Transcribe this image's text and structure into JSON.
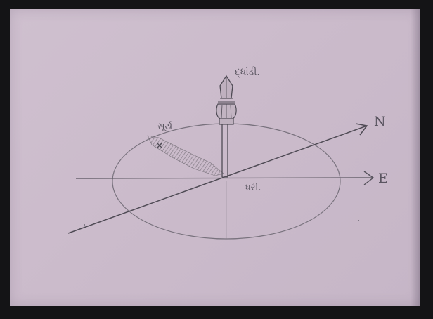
{
  "labels": {
    "north": "N",
    "east": "E",
    "sun_label": "સૂર્ય",
    "tower_label": "દ્ધાંડી.",
    "ground_label": "ધરી."
  },
  "colors": {
    "frame": "#141416",
    "paper": "#cbbccb",
    "pencil": "#56525c",
    "shadow_hatch": "#6d6870"
  },
  "icons": {
    "tower": "tower-icon",
    "sun_mark": "cross-mark-icon",
    "arrow": "arrow-head-icon"
  }
}
